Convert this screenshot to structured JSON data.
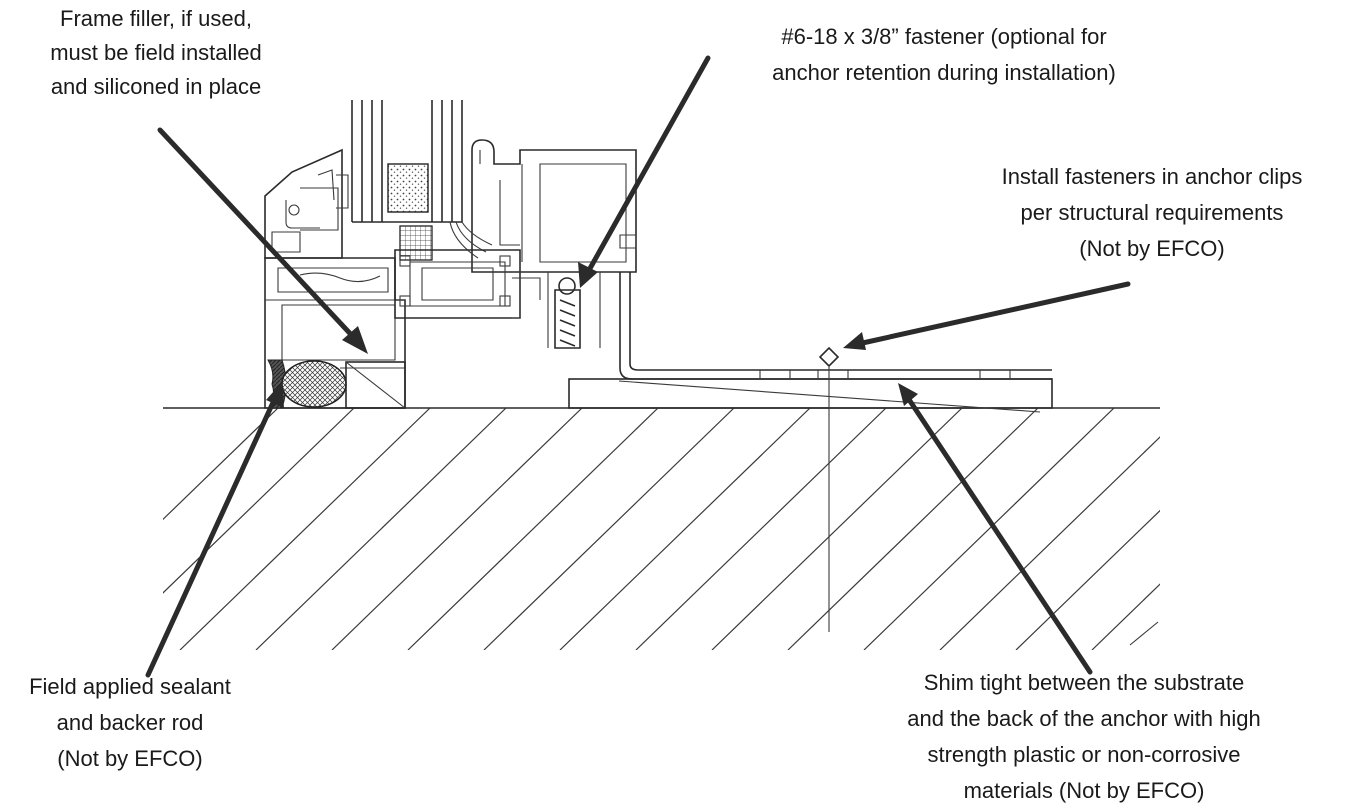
{
  "callouts": {
    "frame_filler": [
      "Frame filler, if used,",
      "must be field installed",
      "and siliconed in place"
    ],
    "fastener": [
      "#6-18 x 3/8” fastener (optional for",
      "anchor retention during installation)"
    ],
    "install_fasteners": [
      "Install fasteners in anchor clips",
      "per structural requirements",
      "(Not by EFCO)"
    ],
    "sealant": [
      "Field applied sealant",
      "and backer rod",
      "(Not by EFCO)"
    ],
    "shim": [
      "Shim tight between the substrate",
      "and the back of the anchor with high",
      "strength plastic or non-corrosive",
      "materials (Not by EFCO)"
    ]
  }
}
